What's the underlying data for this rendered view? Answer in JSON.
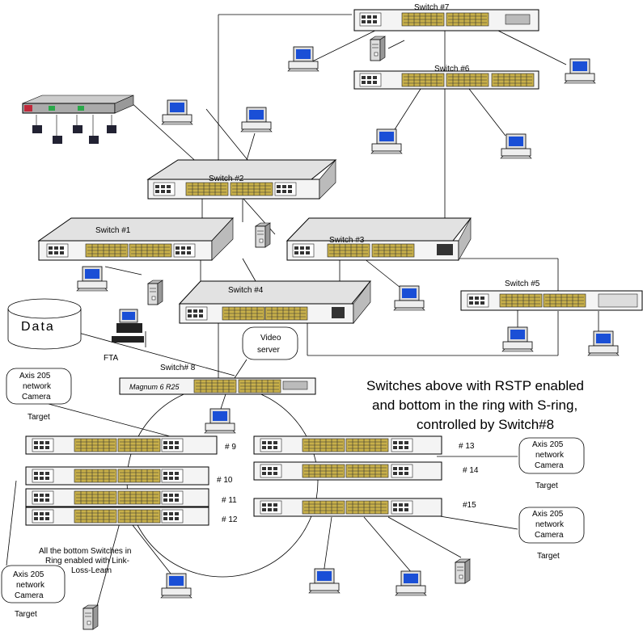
{
  "switches": {
    "s1": "Switch #1",
    "s2": "Switch #2",
    "s3": "Switch #3",
    "s4": "Switch #4",
    "s5": "Switch #5",
    "s6": "Switch #6",
    "s7": "Switch #7",
    "s8": "Switch# 8",
    "s8_brand": "Magnum 6 R25",
    "s9": "# 9",
    "s10": "# 10",
    "s11": "# 11",
    "s12": "# 12",
    "s13": "# 13",
    "s14": "# 14",
    "s15": "#15"
  },
  "labels": {
    "data_store": "Data",
    "fta": "FTA",
    "video_server_line1": "Video",
    "video_server_line2": "server",
    "camera_line1": "Axis 205",
    "camera_line2": "network",
    "camera_line3": "Camera",
    "target": "Target"
  },
  "notes": {
    "rstp_line1": "Switches above with RSTP enabled",
    "rstp_line2": "and bottom in the ring with S-ring,",
    "rstp_line3": "controlled by Switch#8",
    "ring_line1": "All the bottom Switches in",
    "ring_line2": "Ring  enabled with Link-",
    "ring_line3": "Loss-Learn"
  }
}
